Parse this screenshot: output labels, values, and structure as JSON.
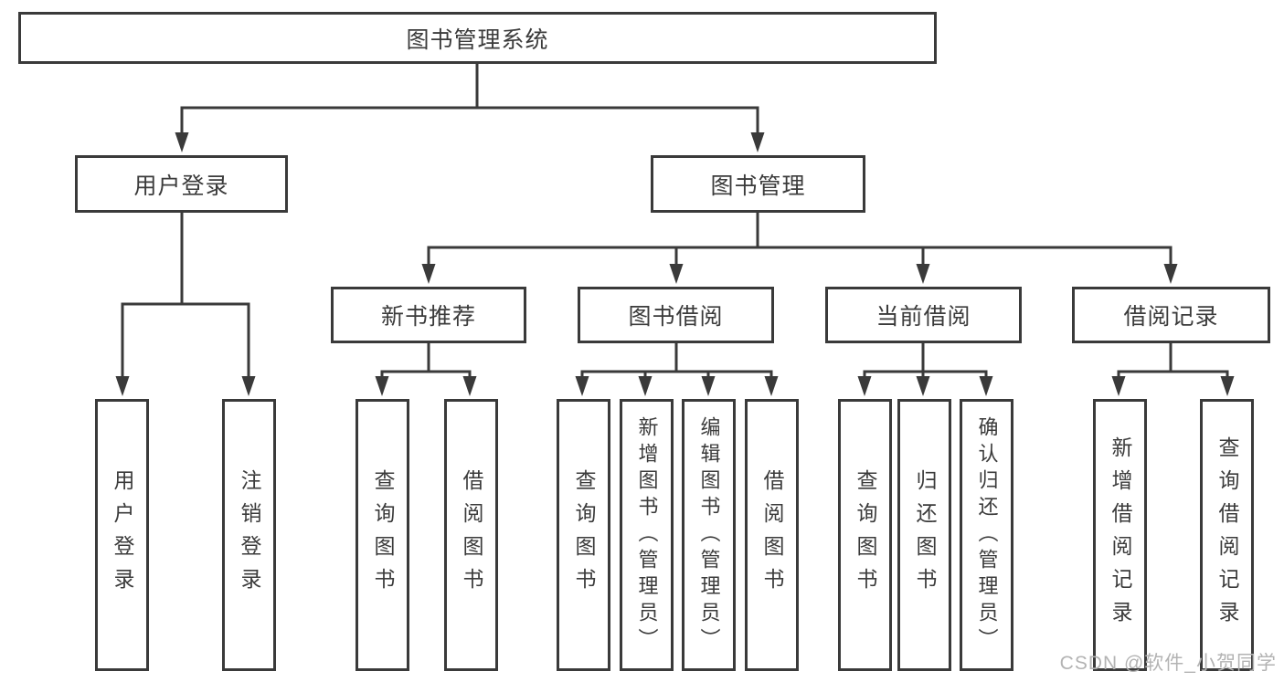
{
  "diagram": {
    "root": {
      "label": "图书管理系统"
    },
    "level2": [
      {
        "label": "用户登录"
      },
      {
        "label": "图书管理"
      }
    ],
    "level3": [
      {
        "label": "新书推荐"
      },
      {
        "label": "图书借阅"
      },
      {
        "label": "当前借阅"
      },
      {
        "label": "借阅记录"
      }
    ],
    "leaves": [
      {
        "label": "用户登录"
      },
      {
        "label": "注销登录"
      },
      {
        "label": "查询图书"
      },
      {
        "label": "借阅图书"
      },
      {
        "label": "查询图书"
      },
      {
        "label": "新增图书（管理员）"
      },
      {
        "label": "编辑图书（管理员）"
      },
      {
        "label": "借阅图书"
      },
      {
        "label": "查询图书"
      },
      {
        "label": "归还图书"
      },
      {
        "label": "确认归还（管理员）"
      },
      {
        "label": "新增借阅记录"
      },
      {
        "label": "查询借阅记录"
      }
    ]
  },
  "watermark": {
    "text": "CSDN @软件_小贺同学"
  },
  "colors": {
    "line": "#3a3a3a",
    "text": "#3b3b3b",
    "watermark": "#b3b3b3",
    "background": "#ffffff"
  }
}
